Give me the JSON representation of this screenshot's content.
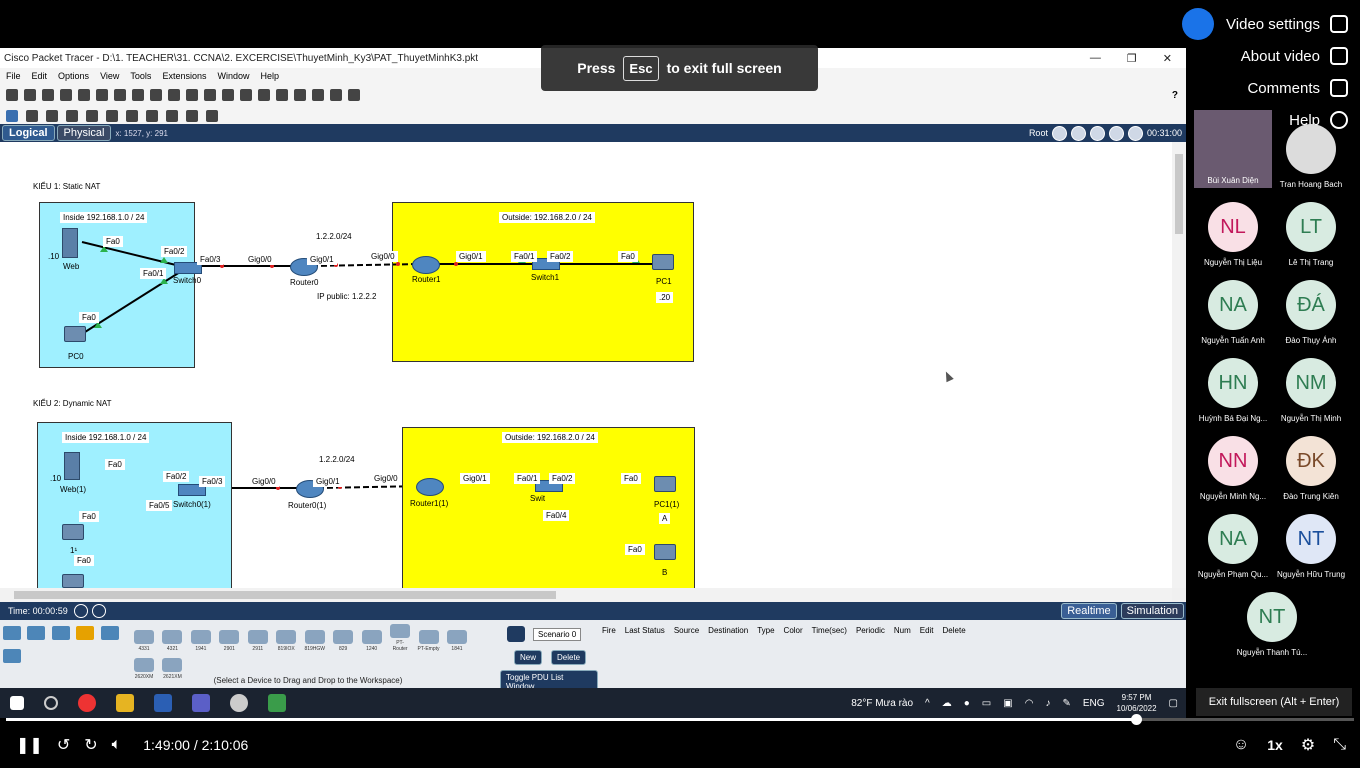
{
  "video_menu": {
    "settings": "Video settings",
    "about": "About video",
    "comments": "Comments",
    "help": "Help"
  },
  "overlay": {
    "press": "Press",
    "key": "Esc",
    "exit": "to exit full screen"
  },
  "pt": {
    "title": "Cisco Packet Tracer - D:\\1. TEACHER\\31. CCNA\\2. EXCERCISE\\ThuyetMinh_Ky3\\PAT_ThuyetMinhK3.pkt",
    "menu": [
      "File",
      "Edit",
      "Options",
      "View",
      "Tools",
      "Extensions",
      "Window",
      "Help"
    ],
    "tab_logical": "Logical",
    "tab_physical": "Physical",
    "coords": "x: 1527, y: 291",
    "root": "Root",
    "clock": "00:31:00",
    "time_label": "Time: 00:00:59",
    "realtime": "Realtime",
    "simulation": "Simulation",
    "device_hint": "(Select a Device to Drag and Drop to the Workspace)",
    "scenario": "Scenario 0",
    "new": "New",
    "delete": "Delete",
    "toggle_pdu": "Toggle PDU List Window",
    "pdu_cols": [
      "Fire",
      "Last Status",
      "Source",
      "Destination",
      "Type",
      "Color",
      "Time(sec)",
      "Periodic",
      "Num",
      "Edit",
      "Delete"
    ],
    "devices": [
      "4331",
      "4321",
      "1941",
      "2901",
      "2911",
      "819IOX",
      "819HGW",
      "829",
      "1240",
      "PT-Router",
      "PT-Empty",
      "1841",
      "2620XM",
      "2621XM"
    ]
  },
  "diagram": {
    "s1_title": "KIỂU 1: Static NAT",
    "s1_inside": "Inside 192.168.1.0 / 24",
    "s1_outside": "Outside: 192.168.2.0 / 24",
    "s1_net": "1.2.2.0/24",
    "s1_ippublic": "IP public: 1.2.2.2",
    "s1_web": "Web",
    "s1_web_ip": ".10",
    "s1_pc0": "PC0",
    "s1_switch0": "Switch0",
    "s1_router0": "Router0",
    "s1_router1": "Router1",
    "s1_switch1": "Switch1",
    "s1_pc1": "PC1",
    "s1_pc1_ip": ".20",
    "s2_title": "KIỂU 2: Dynamic NAT",
    "s2_inside": "Inside 192.168.1.0 / 24",
    "s2_outside": "Outside: 192.168.2.0 / 24",
    "s2_net": "1.2.2.0/24",
    "s2_web": "Web(1)",
    "s2_web_ip": ".10",
    "s2_switch0": "Switch0(1)",
    "s2_router0": "Router0(1)",
    "s2_router1": "Router1(1)",
    "s2_switch1": "Swit",
    "s2_pc1": "PC1(1)",
    "s2_a": "A",
    "s2_b": "B",
    "s2_host": "1¹",
    "port_fa0": "Fa0",
    "port_fa02": "Fa0/2",
    "port_fa01": "Fa0/1",
    "port_fa03": "Fa0/3",
    "port_fa04": "Fa0/4",
    "port_fa05": "Fa0/5",
    "port_gig00": "Gig0/0",
    "port_gig01": "Gig0/1"
  },
  "taskbar": {
    "weather": "82°F  Mưa rào",
    "lang": "ENG",
    "time": "9:57 PM",
    "date": "10/06/2022"
  },
  "participants": [
    {
      "initials": "",
      "name": "Bùi Xuân Diện",
      "color": "photo"
    },
    {
      "initials": "",
      "name": "Tran Hoang Bach",
      "color": "photo"
    },
    {
      "initials": "NL",
      "name": "Nguyễn Thị Liệu",
      "color": "pink"
    },
    {
      "initials": "LT",
      "name": "Lê Thị Trang",
      "color": "green"
    },
    {
      "initials": "NA",
      "name": "Nguyễn Tuấn Anh",
      "color": "green"
    },
    {
      "initials": "ĐÁ",
      "name": "Đào Thụy Ánh",
      "color": "green"
    },
    {
      "initials": "HN",
      "name": "Huỳnh Bá Đại Ng...",
      "color": "green"
    },
    {
      "initials": "NM",
      "name": "Nguyễn Thị Minh",
      "color": "green"
    },
    {
      "initials": "NN",
      "name": "Nguyễn Minh Ng...",
      "color": "pink"
    },
    {
      "initials": "ĐK",
      "name": "Đào Trung Kiên",
      "color": "brown"
    },
    {
      "initials": "NA",
      "name": "Nguyễn Phạm Qu...",
      "color": "green"
    },
    {
      "initials": "NT",
      "name": "Nguyễn Hữu Trung",
      "color": "blue"
    },
    {
      "initials": "NT",
      "name": "Nguyễn Thanh Tú...",
      "color": "green"
    }
  ],
  "player": {
    "current": "1:49:00",
    "separator": "/",
    "total": "2:10:06",
    "speed": "1x",
    "exit_tip": "Exit fullscreen (Alt + Enter)",
    "progress_fraction": 0.838
  }
}
